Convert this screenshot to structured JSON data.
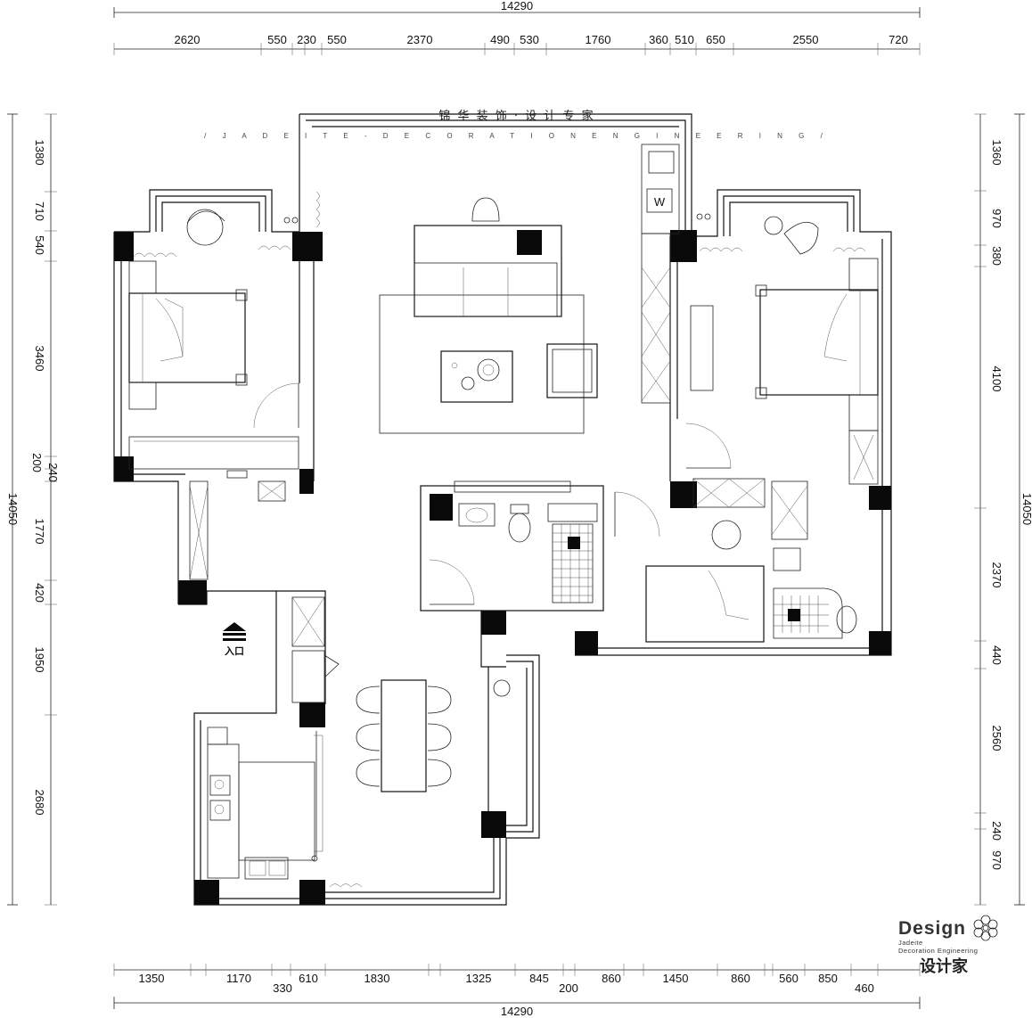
{
  "header": {
    "brand_cn": "锦 华 装 饰 · 设 计 专 家",
    "brand_en": "/ J A D E I T E - D E C O R A T I O N   E N G I N E E R I N G /"
  },
  "dimensions": {
    "top_total": "14290",
    "top_segments": [
      "2620",
      "550",
      "230",
      "550",
      "2370",
      "490",
      "530",
      "1760",
      "360",
      "510",
      "650",
      "2550",
      "720"
    ],
    "bottom_total": "14290",
    "bottom_segments": [
      "1350",
      "1170",
      "330",
      "610",
      "1830",
      "1325",
      "845",
      "200",
      "860",
      "1450",
      "860",
      "560",
      "850",
      "460"
    ],
    "left_total": "14050",
    "left_segments": [
      "1380",
      "710",
      "540",
      "3460",
      "200",
      "240",
      "1770",
      "420",
      "1950",
      "2680"
    ],
    "right_total": "14050",
    "right_segments": [
      "1360",
      "970",
      "380",
      "4100",
      "2370",
      "440",
      "2560",
      "240",
      "970"
    ]
  },
  "plan": {
    "entry_label": "入口",
    "washer_label": "W"
  },
  "logo": {
    "design": "Design",
    "sub_line1": "Jadeite",
    "sub_line2": "Decoration Engineering",
    "cn": "设计家"
  }
}
